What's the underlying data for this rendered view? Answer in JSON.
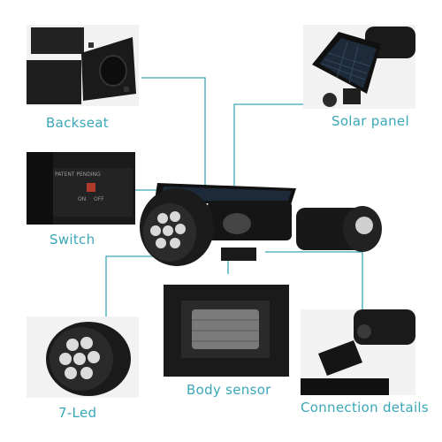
{
  "labels": {
    "backseat": "Backseat",
    "solar_panel": "Solar panel",
    "switch": "Switch",
    "seven_led": "7-Led",
    "body_sensor": "Body sensor",
    "connection_details": "Connection details"
  },
  "switch_panel_text": {
    "top": "PATENT PENDING",
    "on": "ON",
    "off": "OFF"
  },
  "colors": {
    "accent": "#3aa7b8",
    "panel_bg": "#f2f2f2",
    "device_body": "#1b1b1b",
    "solar_cell": "#1d2a3a"
  },
  "icons": {
    "led": "led-bulb",
    "sensor": "pir-sensor",
    "knob": "wing-nut"
  }
}
